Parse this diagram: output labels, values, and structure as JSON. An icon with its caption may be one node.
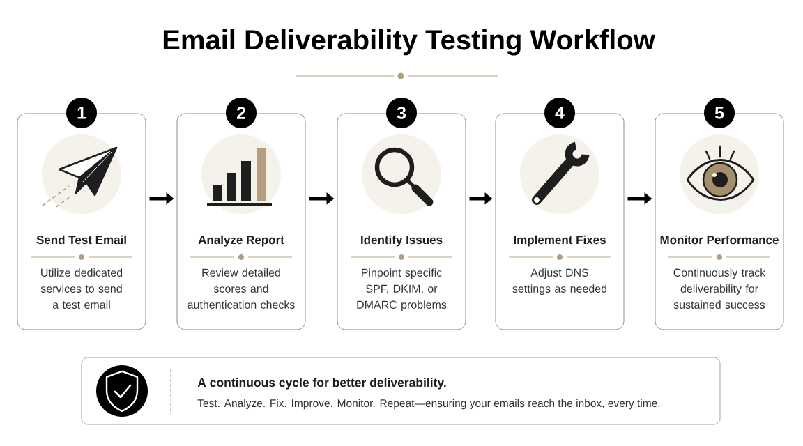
{
  "diagram": {
    "title": "Email Deliverability Testing Workflow",
    "nodes": [
      {
        "text": [
          "1",
          "Send Test Email",
          "Utilize dedicated services to send a test email"
        ]
      },
      {
        "text": [
          "2",
          "Analyze Report",
          "Review detailed scores and authentication checks"
        ]
      },
      {
        "text": [
          "3",
          "Identify Issues",
          "Pinpoint specific SPF, DKIM, or DMARC problems"
        ]
      },
      {
        "text": [
          "4",
          "Implement Fixes",
          "Adjust DNS settings as needed"
        ]
      },
      {
        "text": [
          "5",
          "Monitor Performance",
          "Continuously track deliverability for sustained success"
        ]
      },
      {
        "text": [
          "A continuous cycle for better deliverability.",
          "Test. Analyze. Fix. Improve. Monitor. Repeat—ensuring your emails reach the inbox, every time."
        ]
      }
    ],
    "edges": [
      {
        "from": 0,
        "to": 1,
        "arrow": "to"
      },
      {
        "from": 1,
        "to": 2,
        "arrow": "to"
      },
      {
        "from": 2,
        "to": 3,
        "arrow": "to"
      },
      {
        "from": 3,
        "to": 4,
        "arrow": "to"
      }
    ]
  }
}
